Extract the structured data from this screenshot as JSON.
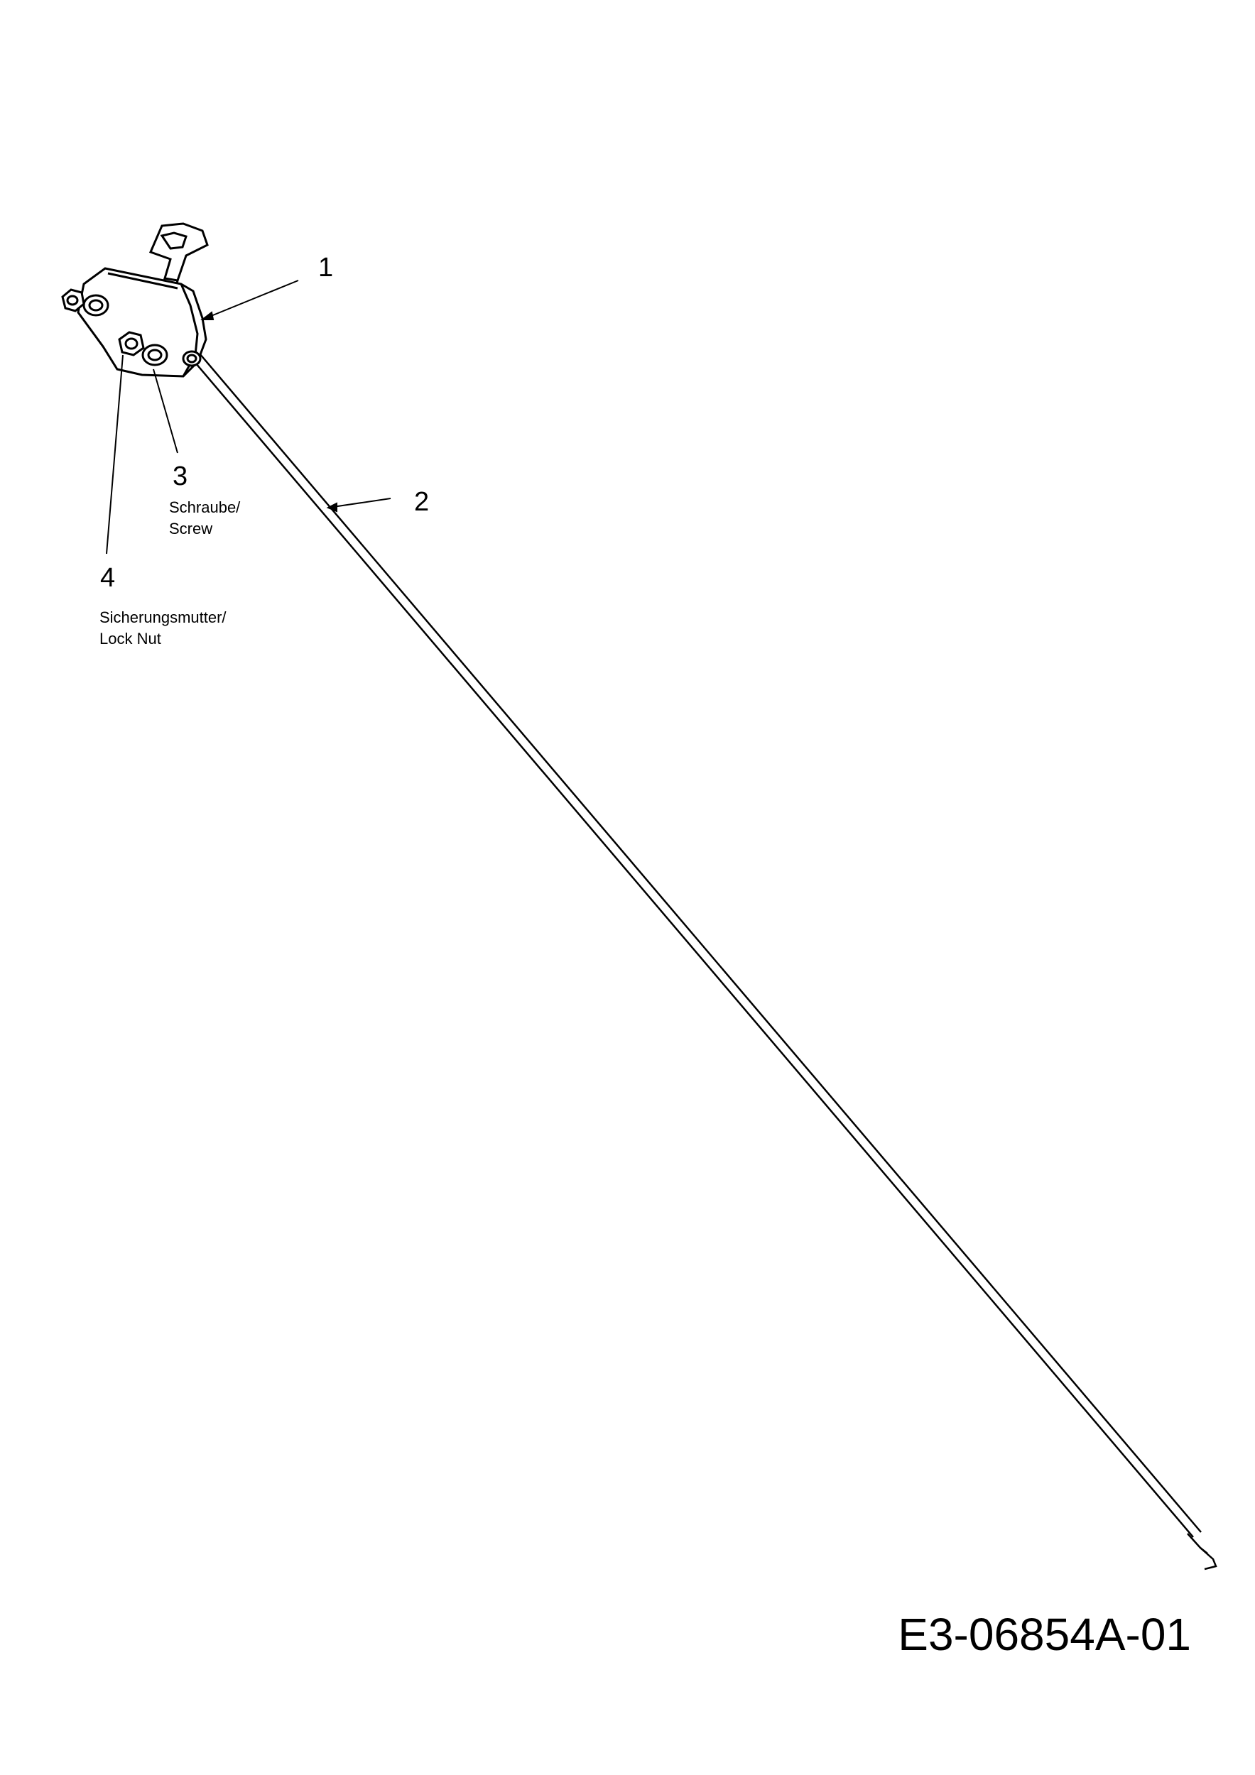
{
  "parts": [
    {
      "number": "1",
      "description": ""
    },
    {
      "number": "2",
      "description": ""
    },
    {
      "number": "3",
      "description_de": "Schraube/",
      "description_en": "Screw"
    },
    {
      "number": "4",
      "description_de": "Sicherungsmutter/",
      "description_en": "Lock Nut"
    }
  ],
  "document_code": "E3-06854A-01"
}
